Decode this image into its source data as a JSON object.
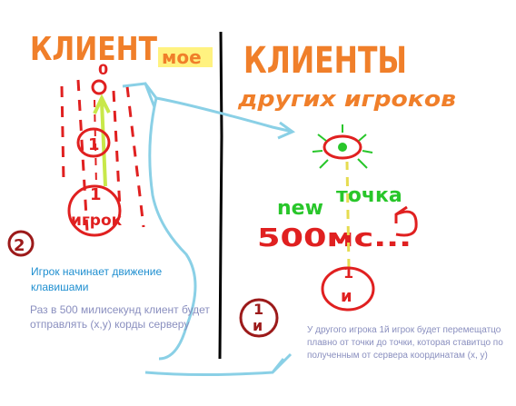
{
  "left": {
    "title": "КЛИЕНТ",
    "title_suffix": "мое",
    "dot_top_label": "0",
    "circle_mid_label": "1",
    "circle_bottom_num": "1",
    "circle_bottom_label": "игрок",
    "badge_num": "2",
    "note_primary": "Игрок начинает движение клавишами",
    "note_secondary": "Раз в 500 милисекунд клиент будет отправлять (х,у) корды серверу"
  },
  "right": {
    "title": "КЛИЕНТЫ",
    "subtitle": "других игроков",
    "new_label": "new",
    "point_label": "точка",
    "timing_label": "500мс...",
    "circle_num": "1",
    "circle_label": "и",
    "badge_num": "1",
    "badge_label": "и",
    "note": "У другого игрока 1й игрок будет перемещатцо плавно от точки до точки, которая ставитцо по полученным от сервера координатам (х, у)"
  },
  "colors": {
    "orange": "#f07f2a",
    "red": "#e02020",
    "dark_red": "#9c1a1a",
    "green": "#28c62a",
    "yellow": "#f5e000",
    "blue": "#8ad0e6",
    "gray_text": "#8a8fbf",
    "blue_text": "#1f8fd0"
  }
}
